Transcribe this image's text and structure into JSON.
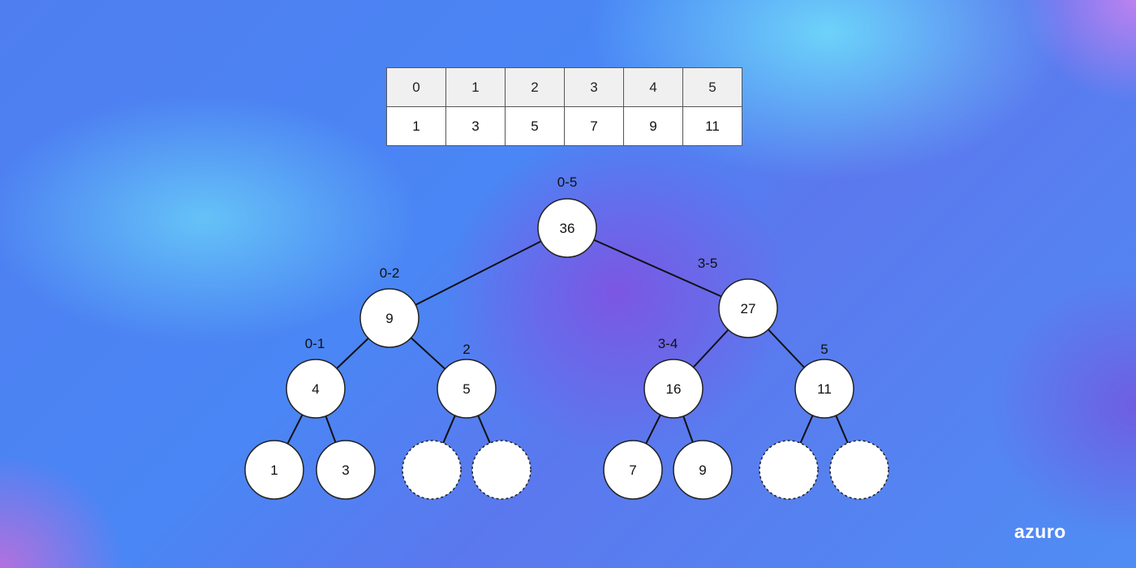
{
  "table": {
    "indices": [
      "0",
      "1",
      "2",
      "3",
      "4",
      "5"
    ],
    "values": [
      "1",
      "3",
      "5",
      "7",
      "9",
      "11"
    ]
  },
  "tree": {
    "nodes": [
      {
        "id": "root",
        "value": "36",
        "range": "0-5"
      },
      {
        "id": "left",
        "value": "9",
        "range": "0-2"
      },
      {
        "id": "right",
        "value": "27",
        "range": "3-5"
      },
      {
        "id": "ll",
        "value": "4",
        "range": "0-1"
      },
      {
        "id": "lr",
        "value": "5",
        "range": "2"
      },
      {
        "id": "rl",
        "value": "16",
        "range": "3-4"
      },
      {
        "id": "rr",
        "value": "11",
        "range": "5"
      },
      {
        "id": "lll",
        "value": "1",
        "range": ""
      },
      {
        "id": "llr",
        "value": "3",
        "range": ""
      },
      {
        "id": "lrl",
        "value": "",
        "range": "",
        "empty": true
      },
      {
        "id": "lrr",
        "value": "",
        "range": "",
        "empty": true
      },
      {
        "id": "rll",
        "value": "7",
        "range": ""
      },
      {
        "id": "rlr",
        "value": "9",
        "range": ""
      },
      {
        "id": "rrl",
        "value": "",
        "range": "",
        "empty": true
      },
      {
        "id": "rrr",
        "value": "",
        "range": "",
        "empty": true
      }
    ]
  },
  "logo": {
    "text": "azuro"
  }
}
